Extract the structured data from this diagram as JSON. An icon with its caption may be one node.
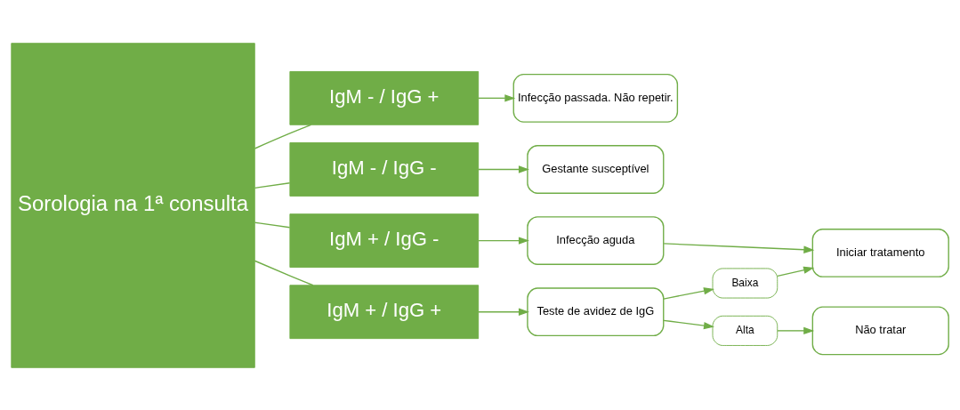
{
  "diagram": {
    "nodes": [
      {
        "text": [
          "Sorologia na 1ª consulta"
        ]
      },
      {
        "text": [
          "IgM - / IgG +"
        ]
      },
      {
        "text": [
          "IgM - / IgG -"
        ]
      },
      {
        "text": [
          "IgM + / IgG -"
        ]
      },
      {
        "text": [
          "IgM + / IgG +"
        ]
      },
      {
        "text": [
          "Infecção passada. Não repetir."
        ]
      },
      {
        "text": [
          "Gestante susceptível"
        ]
      },
      {
        "text": [
          "Infecção aguda"
        ]
      },
      {
        "text": [
          "Iniciar tratamento"
        ]
      },
      {
        "text": [
          "Teste de avidez de IgG"
        ]
      },
      {
        "text": [
          "Baixa"
        ]
      },
      {
        "text": [
          "Alta"
        ]
      },
      {
        "text": [
          "Não tratar"
        ]
      }
    ],
    "edges": [
      {
        "from": 0,
        "to": 1,
        "arrow": "none"
      },
      {
        "from": 0,
        "to": 2,
        "arrow": "none"
      },
      {
        "from": 0,
        "to": 3,
        "arrow": "none"
      },
      {
        "from": 0,
        "to": 4,
        "arrow": "none"
      },
      {
        "from": 1,
        "to": 5,
        "arrow": "to"
      },
      {
        "from": 2,
        "to": 6,
        "arrow": "to"
      },
      {
        "from": 3,
        "to": 7,
        "arrow": "to"
      },
      {
        "from": 4,
        "to": 9,
        "arrow": "to"
      },
      {
        "from": 7,
        "to": 8,
        "arrow": "to"
      },
      {
        "from": 9,
        "to": 10,
        "arrow": "to"
      },
      {
        "from": 9,
        "to": 11,
        "arrow": "to"
      },
      {
        "from": 10,
        "to": 8,
        "arrow": "to"
      },
      {
        "from": 11,
        "to": 12,
        "arrow": "to"
      }
    ]
  }
}
